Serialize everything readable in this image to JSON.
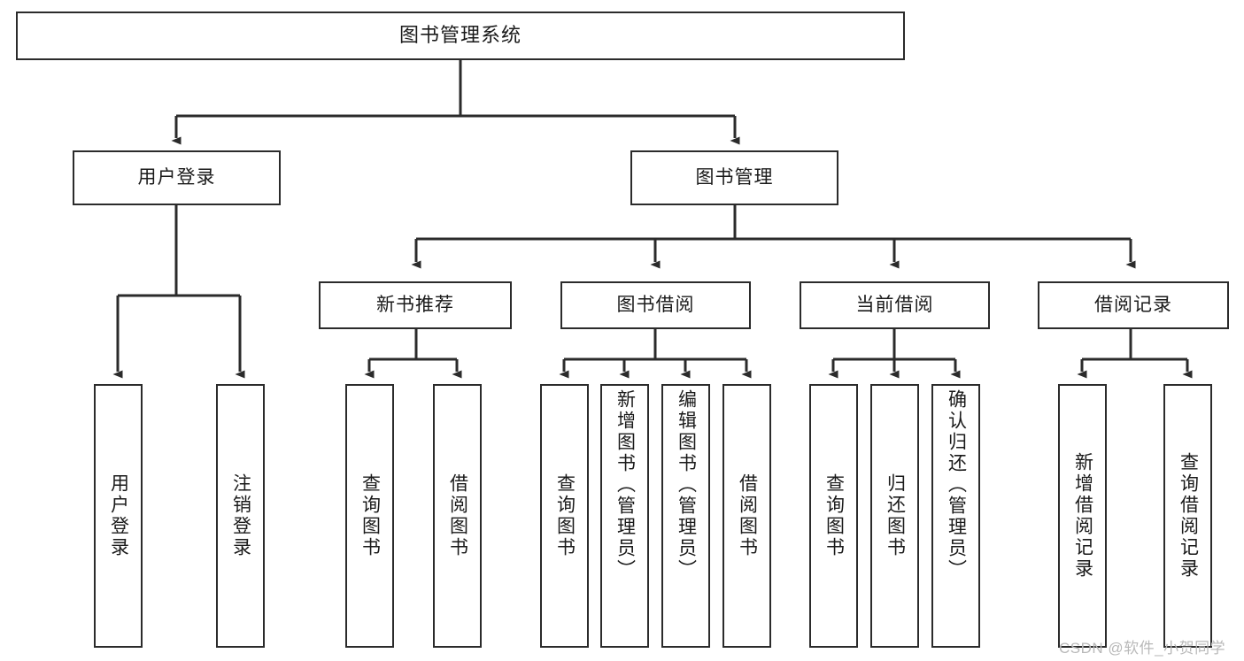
{
  "diagram": {
    "title": "图书管理系统",
    "type": "tree-hierarchy",
    "root": {
      "label": "图书管理系统"
    },
    "level2": [
      {
        "id": "user-login",
        "label": "用户登录"
      },
      {
        "id": "book-manage",
        "label": "图书管理"
      }
    ],
    "level3": [
      {
        "id": "new-book-recommend",
        "label": "新书推荐",
        "parent": "book-manage"
      },
      {
        "id": "book-borrow",
        "label": "图书借阅",
        "parent": "book-manage"
      },
      {
        "id": "current-borrow",
        "label": "当前借阅",
        "parent": "book-manage"
      },
      {
        "id": "borrow-record",
        "label": "借阅记录",
        "parent": "book-manage"
      }
    ],
    "leaves": {
      "user_login": [
        {
          "id": "leaf-user-login",
          "label": "用户登录"
        },
        {
          "id": "leaf-logout",
          "label": "注销登录"
        }
      ],
      "new_book_recommend": [
        {
          "id": "leaf-query-book-1",
          "label": "查询图书"
        },
        {
          "id": "leaf-borrow-book-1",
          "label": "借阅图书"
        }
      ],
      "book_borrow": [
        {
          "id": "leaf-query-book-2",
          "label": "查询图书"
        },
        {
          "id": "leaf-add-book",
          "label": "新增图书（管理员）"
        },
        {
          "id": "leaf-edit-book",
          "label": "编辑图书（管理员）"
        },
        {
          "id": "leaf-borrow-book-2",
          "label": "借阅图书"
        }
      ],
      "current_borrow": [
        {
          "id": "leaf-query-book-3",
          "label": "查询图书"
        },
        {
          "id": "leaf-return-book",
          "label": "归还图书"
        },
        {
          "id": "leaf-confirm-return",
          "label": "确认归还（管理员）"
        }
      ],
      "borrow_record": [
        {
          "id": "leaf-add-record",
          "label": "新增借阅记录"
        },
        {
          "id": "leaf-query-record",
          "label": "查询借阅记录"
        }
      ]
    }
  },
  "watermark": {
    "text": "CSDN @软件_小贺同学"
  },
  "colors": {
    "stroke": "#2b2b2b",
    "background": "#ffffff",
    "text": "#1a1a1a",
    "watermark": "#b9b9b9"
  }
}
